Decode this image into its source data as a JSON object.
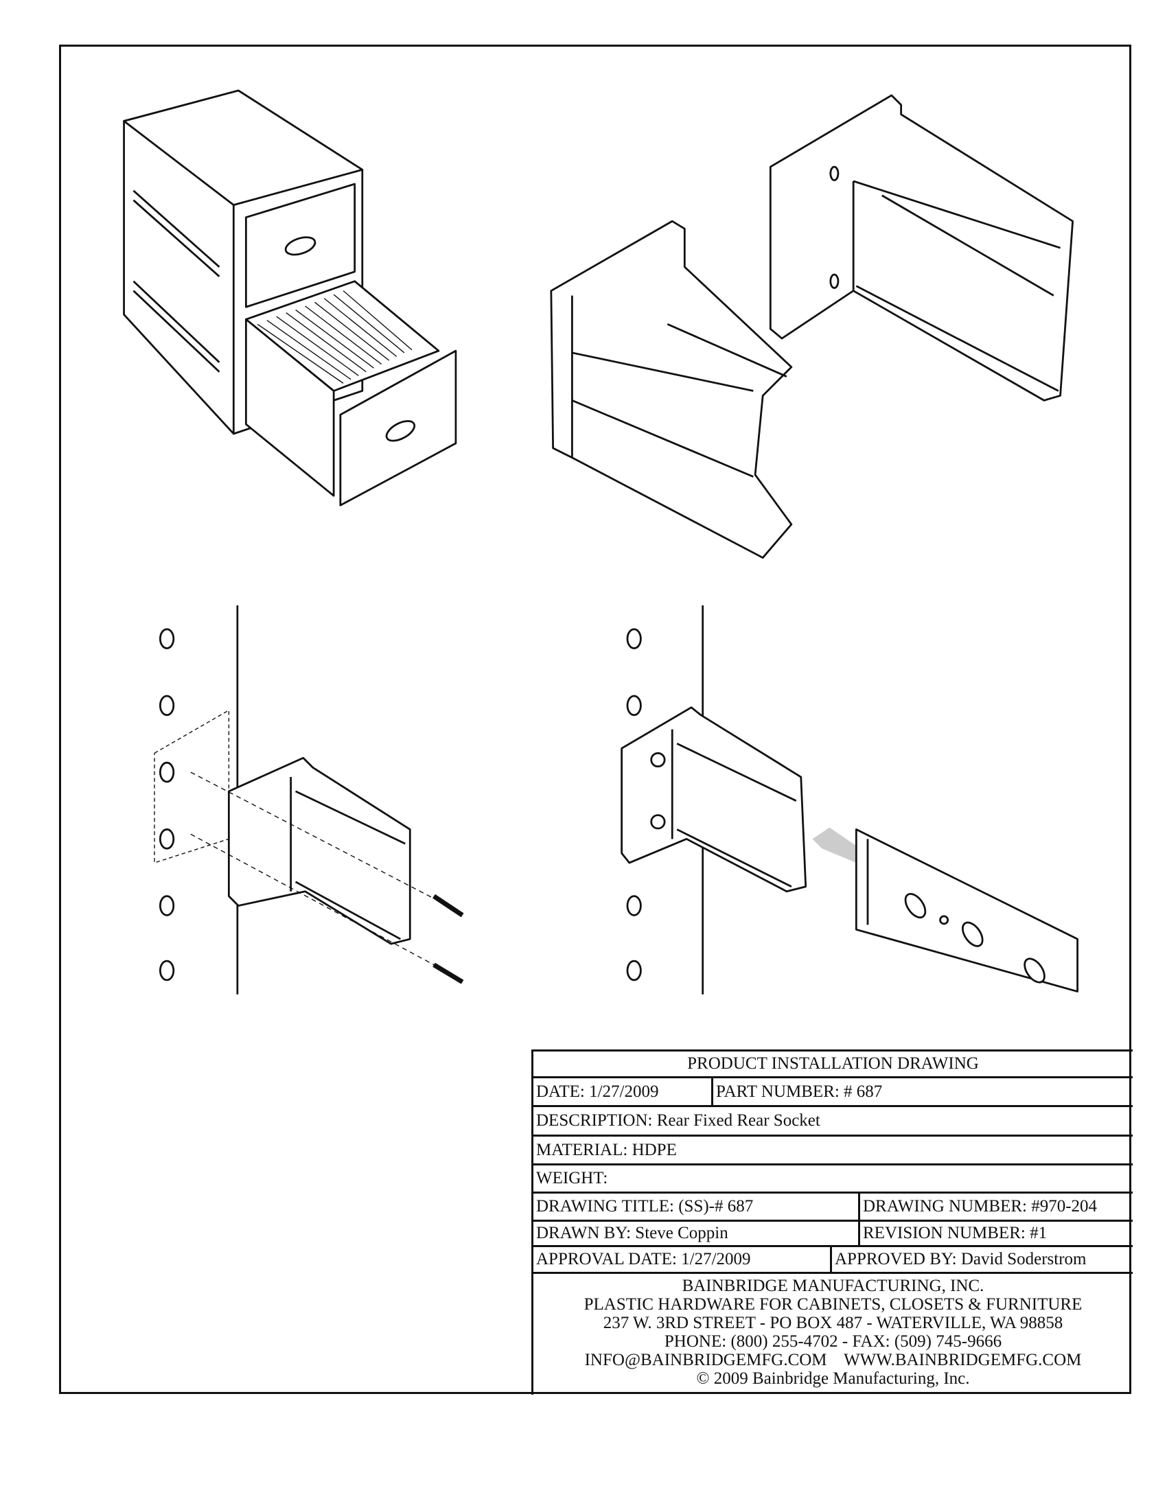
{
  "title_block": {
    "header": "PRODUCT INSTALLATION DRAWING",
    "date": "DATE: 1/27/2009",
    "part_number": "PART NUMBER: # 687",
    "description": "DESCRIPTION:  Rear Fixed Rear Socket",
    "material": "MATERIAL:  HDPE",
    "weight": "WEIGHT:",
    "drawing_title": "DRAWING TITLE: (SS)-# 687",
    "drawing_number": "DRAWING NUMBER: #970-204",
    "drawn_by": "DRAWN BY: Steve Coppin",
    "revision_number": "REVISION NUMBER: #1",
    "approval_date": "APPROVAL DATE: 1/27/2009",
    "approved_by": "APPROVED BY: David Soderstrom"
  },
  "company": {
    "name": "BAINBRIDGE MANUFACTURING, INC.",
    "tagline": "PLASTIC HARDWARE FOR CABINETS, CLOSETS & FURNITURE",
    "address": "237 W. 3RD STREET - PO BOX 487 - WATERVILLE, WA 98858",
    "phone_fax": "PHONE: (800) 255-4702 - FAX: (509) 745-9666",
    "email_web": "INFO@BAINBRIDGEMFG.COM    WWW.BAINBRIDGEMFG.COM",
    "copyright": "© 2009 Bainbridge Manufacturing, Inc."
  }
}
